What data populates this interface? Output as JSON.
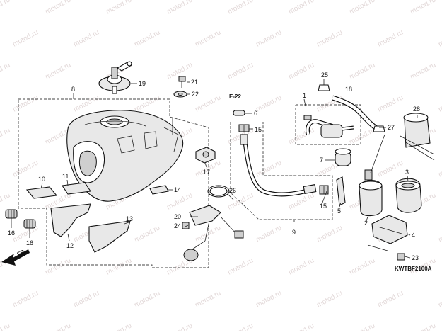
{
  "diagram": {
    "watermark": "motod.ru",
    "drawing_code": "KWTBF2100A",
    "ref_label": "E-22",
    "front_label": "FR.",
    "callouts": {
      "c1": "1",
      "c2": "2",
      "c3": "3",
      "c4": "4",
      "c5": "5",
      "c6": "6",
      "c7": "7",
      "c8": "8",
      "c9": "9",
      "c10": "10",
      "c11": "11",
      "c12": "12",
      "c13": "13",
      "c14": "14",
      "c15a": "15",
      "c15b": "15",
      "c16a": "16",
      "c16b": "16",
      "c17": "17",
      "c18": "18",
      "c19": "19",
      "c20": "20",
      "c21": "21",
      "c22": "22",
      "c23": "23",
      "c24": "24",
      "c25": "25",
      "c26": "26",
      "c27": "27",
      "c28": "28"
    }
  }
}
